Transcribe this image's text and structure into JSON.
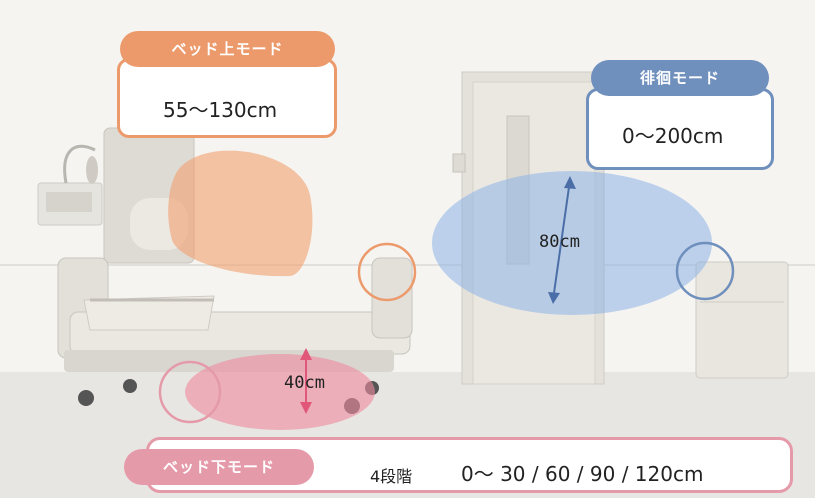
{
  "bed_top_mode": {
    "title": "ベッド上モード",
    "range": "55～130cm"
  },
  "wandering_mode": {
    "title": "徘徊モード",
    "range": "0～200cm"
  },
  "under_bed_mode": {
    "title": "ベッド下モード",
    "steps": "4段階",
    "range": "0～ 30 / 60 / 90 / 120cm"
  },
  "dimensions": {
    "wander_width": "80cm",
    "under_height": "40cm"
  },
  "colors": {
    "bed_top": "#ec9a6b",
    "wandering": "#6f8fbd",
    "under_bed": "#e59aa9"
  }
}
